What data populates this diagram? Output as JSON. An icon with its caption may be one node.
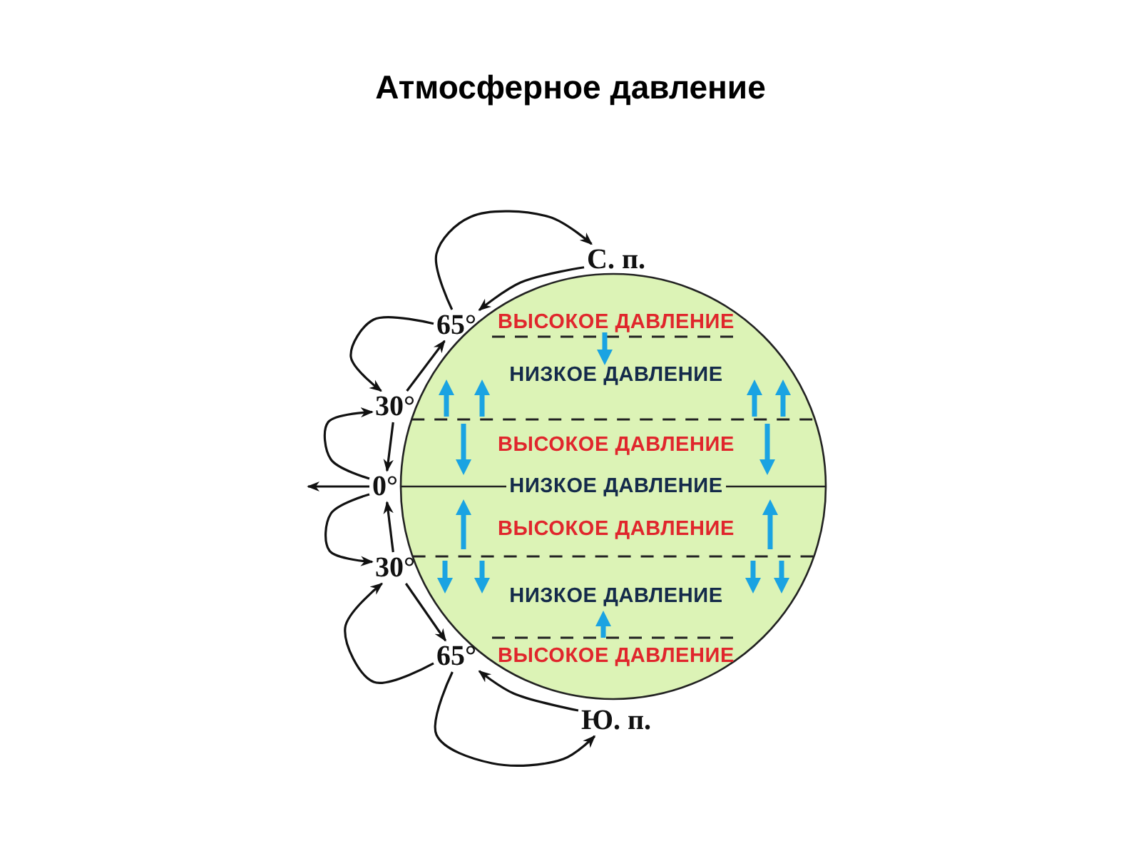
{
  "diagram": {
    "title": "Атмосферное давление",
    "nodes": [
      {
        "text": [
          "С. п."
        ]
      },
      {
        "text": [
          "65°"
        ]
      },
      {
        "text": [
          "30°"
        ]
      },
      {
        "text": [
          "0°"
        ]
      },
      {
        "text": [
          "30°"
        ]
      },
      {
        "text": [
          "65°"
        ]
      },
      {
        "text": [
          "Ю. п."
        ]
      }
    ],
    "edges": [
      {
        "from": 1,
        "to": 0,
        "arrow": "to"
      },
      {
        "from": 0,
        "to": 1,
        "arrow": "to"
      },
      {
        "from": 1,
        "to": 2,
        "arrow": "to"
      },
      {
        "from": 2,
        "to": 1,
        "arrow": "to"
      },
      {
        "from": 3,
        "to": 2,
        "arrow": "to"
      },
      {
        "from": 2,
        "to": 3,
        "arrow": "to"
      },
      {
        "from": 3,
        "to": null,
        "arrow": "to"
      },
      {
        "from": 4,
        "to": 3,
        "arrow": "to"
      },
      {
        "from": 3,
        "to": 4,
        "arrow": "to"
      },
      {
        "from": 5,
        "to": 4,
        "arrow": "to"
      },
      {
        "from": 4,
        "to": 5,
        "arrow": "to"
      },
      {
        "from": 6,
        "to": 5,
        "arrow": "to"
      },
      {
        "from": 5,
        "to": 6,
        "arrow": "to"
      }
    ],
    "labels": [
      "ВЫСОКОЕ ДАВЛЕНИЕ",
      "НИЗКОЕ ДАВЛЕНИЕ",
      "ВЫСОКОЕ ДАВЛЕНИЕ",
      "НИЗКОЕ ДАВЛЕНИЕ",
      "ВЫСОКОЕ ДАВЛЕНИЕ",
      "НИЗКОЕ ДАВЛЕНИЕ",
      "ВЫСОКОЕ ДАВЛЕНИЕ"
    ]
  }
}
